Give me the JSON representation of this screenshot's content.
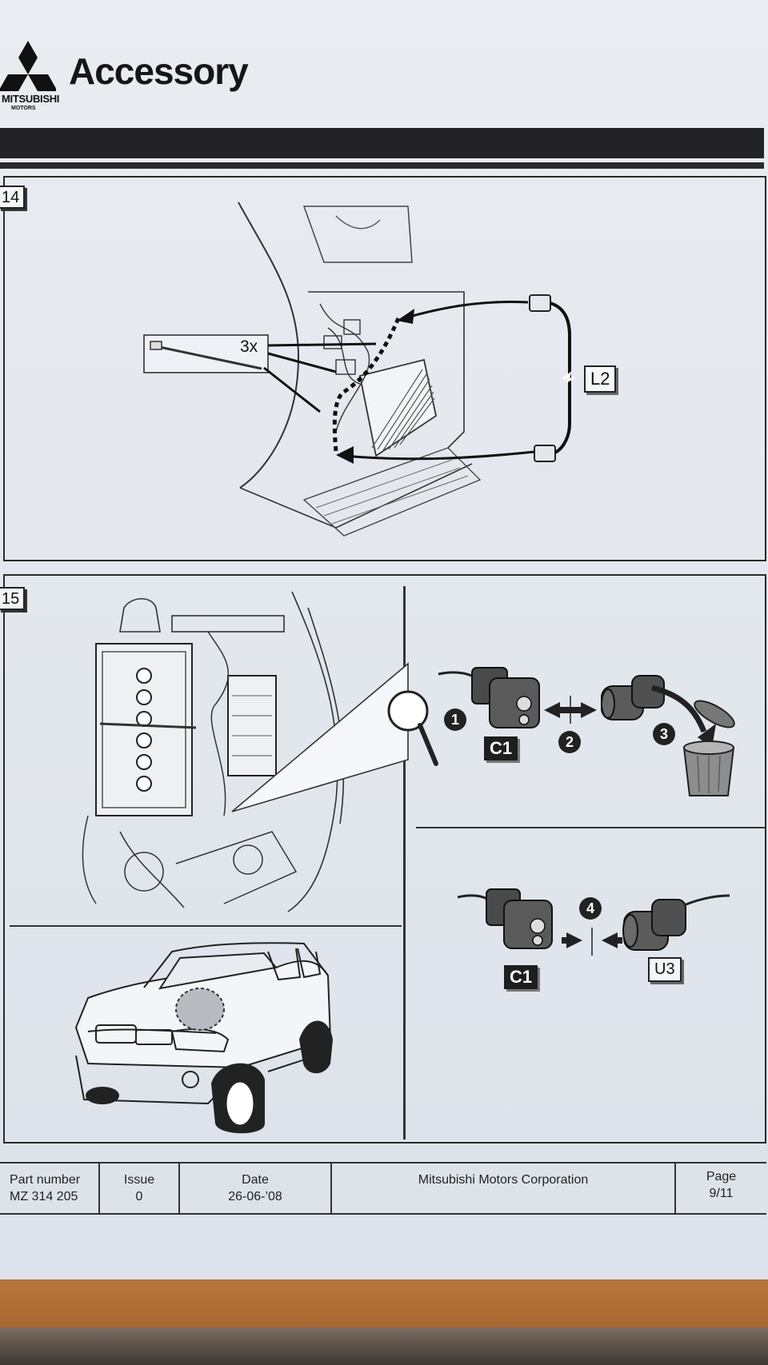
{
  "header": {
    "brand": "MITSUBISHI",
    "brand_sub": "MOTORS",
    "title": "Accessory"
  },
  "steps": [
    {
      "number": "14",
      "labels": {
        "quantity": "3x",
        "harness": "L2"
      }
    },
    {
      "number": "15",
      "callouts": [
        "1",
        "2",
        "3",
        "4"
      ],
      "connectors": {
        "c1": "C1",
        "c1_again": "C1",
        "u3": "U3"
      }
    }
  ],
  "footer": {
    "part_number_label": "Part number",
    "part_number": "MZ 314 205",
    "issue_label": "Issue",
    "issue": "0",
    "date_label": "Date",
    "date": "26-06-’08",
    "company": "Mitsubishi Motors Corporation",
    "page_label": "Page",
    "page": "9/11"
  }
}
